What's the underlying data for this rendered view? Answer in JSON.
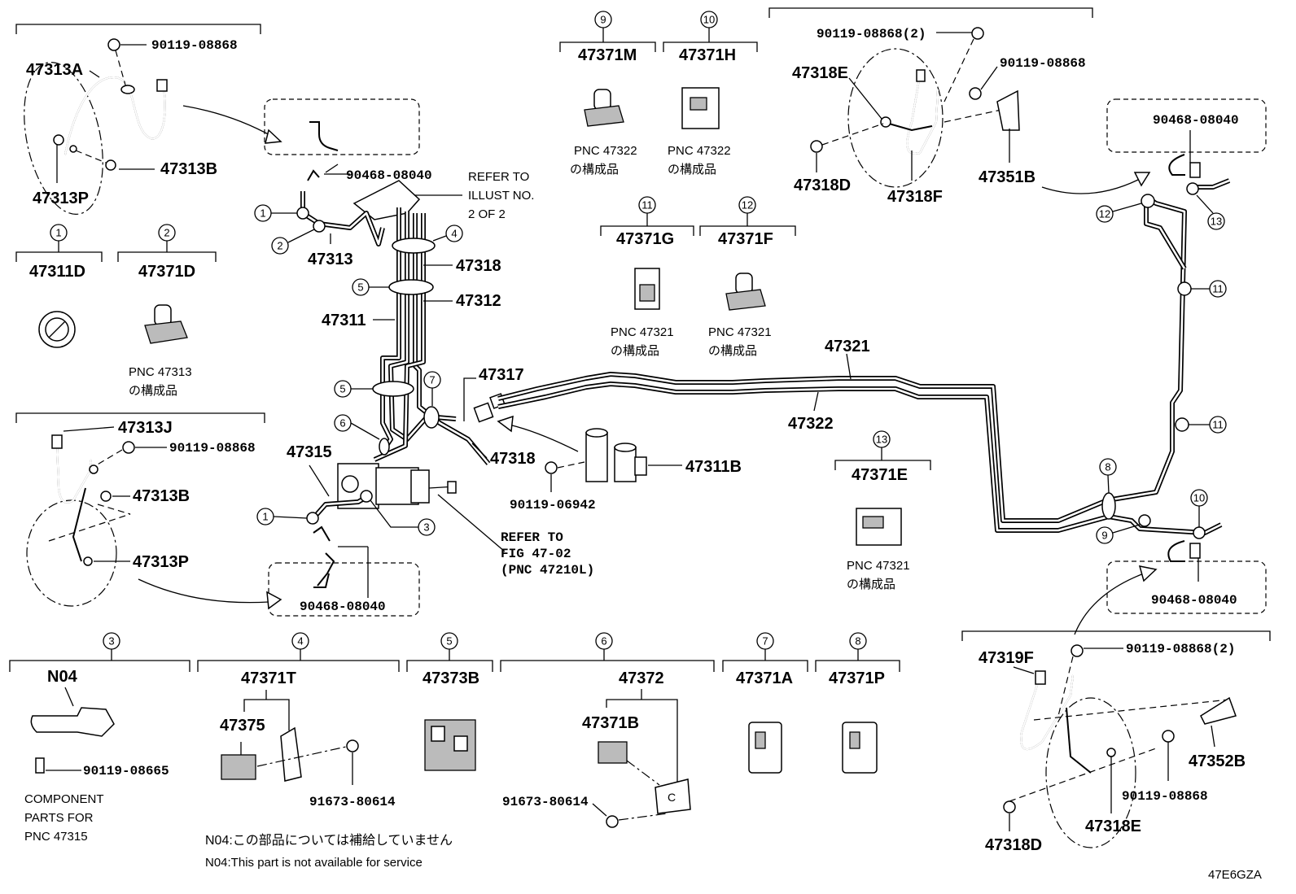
{
  "diagram_id": "47E6GZA",
  "top_left": {
    "bolt": "90119-08868",
    "hose": "47313A",
    "bracket_bolt": "47313B",
    "clip": "47313P"
  },
  "main": {
    "union": "90468-08040",
    "refer_note": [
      "REFER TO",
      "ILLUST NO.",
      "2 OF 2"
    ],
    "tube_47313": "47313",
    "tube_47318": "47318",
    "tube_47312": "47312",
    "tube_47311": "47311",
    "tube_47317": "47317",
    "tube_47318b": "47318",
    "tube_47315": "47315",
    "bracket_47311b": "47311B",
    "bolt_06942": "90119-06942",
    "refer_fig": [
      "REFER TO",
      "FIG 47-02",
      "(PNC 47210L)"
    ],
    "union_lower": "90468-08040",
    "line_47321": "47321",
    "line_47322": "47322"
  },
  "mid_left": {
    "hose": "47313J",
    "bolt": "90119-08868",
    "bracket_bolt": "47313B",
    "clip": "47313P"
  },
  "right": {
    "bolt_top": "90119-08868(2)",
    "bolt_2": "90119-08868",
    "bracket": "47318E",
    "bolt_d": "47318D",
    "hose": "47318F",
    "bracket_b": "47351B",
    "union_top": "90468-08040",
    "union_bottom": "90468-08040"
  },
  "bottom_right": {
    "hose": "47319F",
    "bolt_top": "90119-08868(2)",
    "bracket": "47352B",
    "bolt": "90119-08868",
    "bracket_e": "47318E",
    "bolt_d": "47318D"
  },
  "groups": [
    {
      "num": "1",
      "part": "47311D"
    },
    {
      "num": "2",
      "part": "47371D",
      "note": [
        "PNC 47313",
        "の構成品"
      ]
    },
    {
      "num": "3",
      "part": "N04",
      "sub": "90119-08665",
      "note": [
        "COMPONENT",
        "PARTS FOR",
        "PNC 47315"
      ]
    },
    {
      "num": "4",
      "part": "47371T",
      "sub": "47375",
      "bolt": "91673-80614"
    },
    {
      "num": "5",
      "part": "47373B"
    },
    {
      "num": "6",
      "part": "47372",
      "sub": "47371B",
      "bolt": "91673-80614"
    },
    {
      "num": "7",
      "part": "47371A"
    },
    {
      "num": "8",
      "part": "47371P"
    },
    {
      "num": "9",
      "part": "47371M",
      "note": [
        "PNC 47322",
        "の構成品"
      ]
    },
    {
      "num": "10",
      "part": "47371H",
      "note": [
        "PNC 47322",
        "の構成品"
      ]
    },
    {
      "num": "11",
      "part": "47371G",
      "note": [
        "PNC 47321",
        "の構成品"
      ]
    },
    {
      "num": "12",
      "part": "47371F",
      "note": [
        "PNC 47321",
        "の構成品"
      ]
    },
    {
      "num": "13",
      "part": "47371E",
      "note": [
        "PNC 47321",
        "の構成品"
      ]
    }
  ],
  "callouts": [
    "1",
    "2",
    "4",
    "5",
    "5",
    "7",
    "6",
    "1",
    "3",
    "12",
    "13",
    "11",
    "11",
    "8",
    "9",
    "10"
  ],
  "footnotes": [
    "N04:この部品については補給していません",
    "N04:This part is not available for service"
  ]
}
